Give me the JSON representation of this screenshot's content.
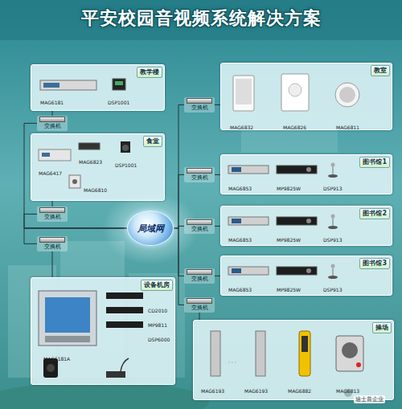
{
  "diagram": {
    "title": "平安校园音视频系统解决方案",
    "nodes": [
      {
        "text": [
          "教学楼"
        ]
      },
      {
        "text": [
          "交换机"
        ]
      },
      {
        "text": [
          "食堂"
        ]
      },
      {
        "text": [
          "交换机"
        ]
      },
      {
        "text": [
          "教室"
        ]
      },
      {
        "text": [
          "交换机"
        ]
      },
      {
        "text": [
          "图书馆1"
        ]
      },
      {
        "text": [
          "交换机"
        ]
      },
      {
        "text": [
          "图书馆2"
        ]
      },
      {
        "text": [
          "交换机"
        ]
      },
      {
        "text": [
          "图书馆3"
        ]
      },
      {
        "text": [
          "交换机"
        ]
      },
      {
        "text": [
          "局域网"
        ]
      },
      {
        "text": [
          "设备机房"
        ]
      },
      {
        "text": [
          "交换机"
        ]
      },
      {
        "text": [
          "操场"
        ]
      },
      {
        "text": [
          "交换机"
        ]
      }
    ],
    "edges": [
      {
        "from": 1,
        "to": 0,
        "arrow": "none"
      },
      {
        "from": 1,
        "to": 12,
        "arrow": "none"
      },
      {
        "from": 3,
        "to": 2,
        "arrow": "none"
      },
      {
        "from": 3,
        "to": 12,
        "arrow": "none"
      },
      {
        "from": 5,
        "to": 4,
        "arrow": "none"
      },
      {
        "from": 5,
        "to": 12,
        "arrow": "none"
      },
      {
        "from": 7,
        "to": 6,
        "arrow": "none"
      },
      {
        "from": 7,
        "to": 12,
        "arrow": "none"
      },
      {
        "from": 9,
        "to": 8,
        "arrow": "none"
      },
      {
        "from": 9,
        "to": 12,
        "arrow": "none"
      },
      {
        "from": 11,
        "to": 10,
        "arrow": "none"
      },
      {
        "from": 11,
        "to": 12,
        "arrow": "none"
      },
      {
        "from": 14,
        "to": 13,
        "arrow": "none"
      },
      {
        "from": 14,
        "to": 12,
        "arrow": "none"
      },
      {
        "from": 16,
        "to": 15,
        "arrow": "none"
      },
      {
        "from": 16,
        "to": 12,
        "arrow": "none"
      }
    ],
    "labels": [
      "MAG6181",
      "DSP1001",
      "MAG6823",
      "DSP1001",
      "MAG6417",
      "MAG6810",
      "MAG6832",
      "MAG6826",
      "MAG6811",
      "MAG6853",
      "MP9825W",
      "DSP913",
      "MAG6853",
      "MP9825W",
      "DSP913",
      "MAG6853",
      "MP9825W",
      "DSP913",
      "CD2010",
      "MP9811",
      "DSP6000",
      "MAG6181A",
      "MAG6193",
      "· · ·",
      "MAG6193",
      "MAG6882",
      "MAG6813",
      "迪士普企业"
    ]
  }
}
